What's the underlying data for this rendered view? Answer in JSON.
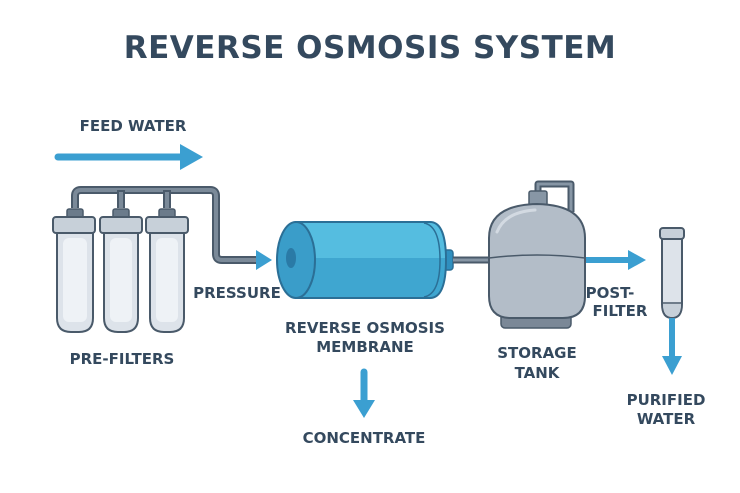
{
  "title": "REVERSE OSMOSIS SYSTEM",
  "colors": {
    "title_text": "#34495e",
    "label_text": "#34495e",
    "flow_arrow": "#3b9fd1",
    "pipe": "#5a6a7a",
    "outline": "#4a5a6a",
    "membrane_light": "#55bde0",
    "membrane_dark": "#3fa6d0",
    "filter_body": "#dde3ea",
    "filter_cap": "#c7d0d9",
    "tank_body": "#b3bdc8",
    "background": "#ffffff"
  },
  "labels": {
    "feed_water": "FEED WATER",
    "pressure": "PRESSURE",
    "pre_filters": "PRE-FILTERS",
    "membrane_line1": "REVERSE OSMOSIS",
    "membrane_line2": "MEMBRANE",
    "concentrate": "CONCENTRATE",
    "storage_line1": "STORAGE",
    "storage_line2": "TANK",
    "post_filter_line1": "POST-",
    "post_filter_line2": "FILTER",
    "purified_line1": "PURIFIED",
    "purified_line2": "WATER"
  },
  "components": [
    {
      "id": "pre-filters",
      "name": "Pre-filters",
      "count": 3
    },
    {
      "id": "ro-membrane",
      "name": "Reverse osmosis membrane"
    },
    {
      "id": "storage-tank",
      "name": "Storage tank"
    },
    {
      "id": "post-filter",
      "name": "Post-filter"
    }
  ],
  "flows": [
    {
      "from": "feed",
      "to": "pre-filters",
      "label": "Feed water"
    },
    {
      "from": "pre-filters",
      "to": "ro-membrane",
      "label": "Pressure"
    },
    {
      "from": "ro-membrane",
      "to": "concentrate",
      "label": "Concentrate"
    },
    {
      "from": "ro-membrane",
      "to": "storage-tank"
    },
    {
      "from": "storage-tank",
      "to": "post-filter"
    },
    {
      "from": "post-filter",
      "to": "output",
      "label": "Purified water"
    }
  ]
}
